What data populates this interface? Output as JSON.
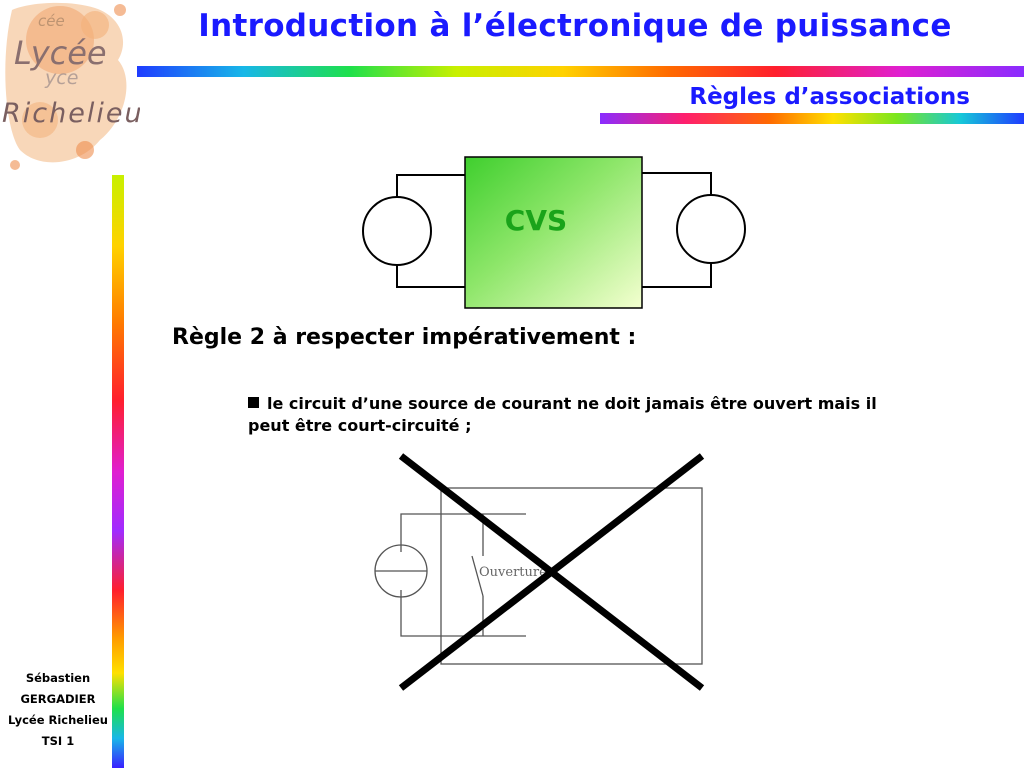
{
  "header": {
    "title": "Introduction à l’électronique de puissance",
    "subtitle": "Règles d’associations"
  },
  "logo": {
    "line1": "Lycée",
    "line2": "Richelieu"
  },
  "author": {
    "first_name": "Sébastien",
    "last_name": "GERGADIER",
    "school": "Lycée Richelieu",
    "class": "TSI 1"
  },
  "diagram_top": {
    "block_label": "CVS"
  },
  "rule": {
    "heading": "Règle 2 à respecter impérativement :",
    "bullet_text": "le circuit d’une source de courant ne doit jamais être ouvert mais il peut être court-circuité ;"
  },
  "diagram_bottom": {
    "switch_label": "Ouverture"
  },
  "colors": {
    "title": "#1a1aff",
    "cvs_text": "#1aa31a",
    "cvs_fill_dark": "#4fd63a",
    "cvs_fill_light": "#f4ffd0"
  }
}
